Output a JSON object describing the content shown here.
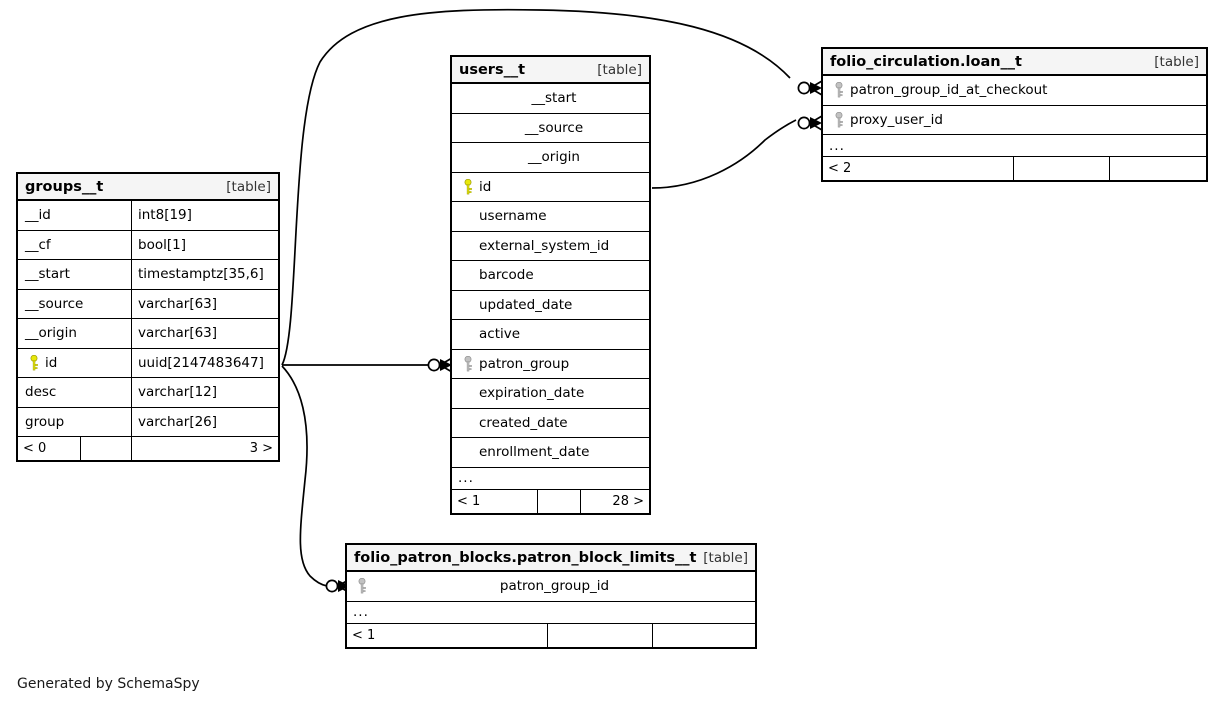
{
  "diagram": {
    "kind": "entity-relationship-diagram",
    "generator_credit": "Generated by SchemaSpy",
    "table_tag": "[table]",
    "ellipsis": "...",
    "icons": {
      "primary_key": "key-icon-yellow",
      "foreign_key": "key-icon-gray"
    },
    "colors": {
      "primary_key": "#e8e80a",
      "foreign_key": "#b3b3b3",
      "header_background": "#f5f5f5",
      "border": "#000000",
      "background": "#ffffff",
      "text": "#000000"
    }
  },
  "tables": {
    "groups_t": {
      "title": "groups__t",
      "tag": "[table]",
      "columns": [
        {
          "name": "__id",
          "type": "int8[19]",
          "key": "none"
        },
        {
          "name": "__cf",
          "type": "bool[1]",
          "key": "none"
        },
        {
          "name": "__start",
          "type": "timestamptz[35,6]",
          "key": "none"
        },
        {
          "name": "__source",
          "type": "varchar[63]",
          "key": "none"
        },
        {
          "name": "__origin",
          "type": "varchar[63]",
          "key": "none"
        },
        {
          "name": "id",
          "type": "uuid[2147483647]",
          "key": "primary"
        },
        {
          "name": "desc",
          "type": "varchar[12]",
          "key": "none"
        },
        {
          "name": "group",
          "type": "varchar[26]",
          "key": "none"
        }
      ],
      "footer": {
        "left": "< 0",
        "middle": "",
        "right": "3 >"
      }
    },
    "users_t": {
      "title": "users__t",
      "tag": "[table]",
      "columns": [
        {
          "name": "__start",
          "key": "none"
        },
        {
          "name": "__source",
          "key": "none"
        },
        {
          "name": "__origin",
          "key": "none"
        },
        {
          "name": "id",
          "key": "primary"
        },
        {
          "name": "username",
          "key": "none"
        },
        {
          "name": "external_system_id",
          "key": "none"
        },
        {
          "name": "barcode",
          "key": "none"
        },
        {
          "name": "updated_date",
          "key": "none"
        },
        {
          "name": "active",
          "key": "none"
        },
        {
          "name": "patron_group",
          "key": "foreign"
        },
        {
          "name": "expiration_date",
          "key": "none"
        },
        {
          "name": "created_date",
          "key": "none"
        },
        {
          "name": "enrollment_date",
          "key": "none"
        }
      ],
      "has_ellipsis": true,
      "footer": {
        "left": "< 1",
        "middle": "",
        "right": "28 >"
      }
    },
    "loan_t": {
      "title": "folio_circulation.loan__t",
      "tag": "[table]",
      "columns": [
        {
          "name": "patron_group_id_at_checkout",
          "key": "foreign"
        },
        {
          "name": "proxy_user_id",
          "key": "foreign"
        }
      ],
      "has_ellipsis": true,
      "footer": {
        "left": "< 2",
        "middle": "",
        "right": ""
      }
    },
    "patron_block_limits_t": {
      "title": "folio_patron_blocks.patron_block_limits__t",
      "tag": "[table]",
      "columns": [
        {
          "name": "patron_group_id",
          "key": "foreign"
        }
      ],
      "has_ellipsis": true,
      "footer": {
        "left": "< 1",
        "middle": "",
        "right": ""
      }
    }
  },
  "relationships": [
    {
      "from": "groups_t.id",
      "to": "loan_t.patron_group_id_at_checkout",
      "cardinality": "zero-or-many"
    },
    {
      "from": "users_t.id",
      "to": "loan_t.proxy_user_id",
      "cardinality": "zero-or-many"
    },
    {
      "from": "groups_t.id",
      "to": "users_t.patron_group",
      "cardinality": "zero-or-many"
    },
    {
      "from": "groups_t.id",
      "to": "patron_block_limits_t.patron_group_id",
      "cardinality": "zero-or-many"
    }
  ]
}
